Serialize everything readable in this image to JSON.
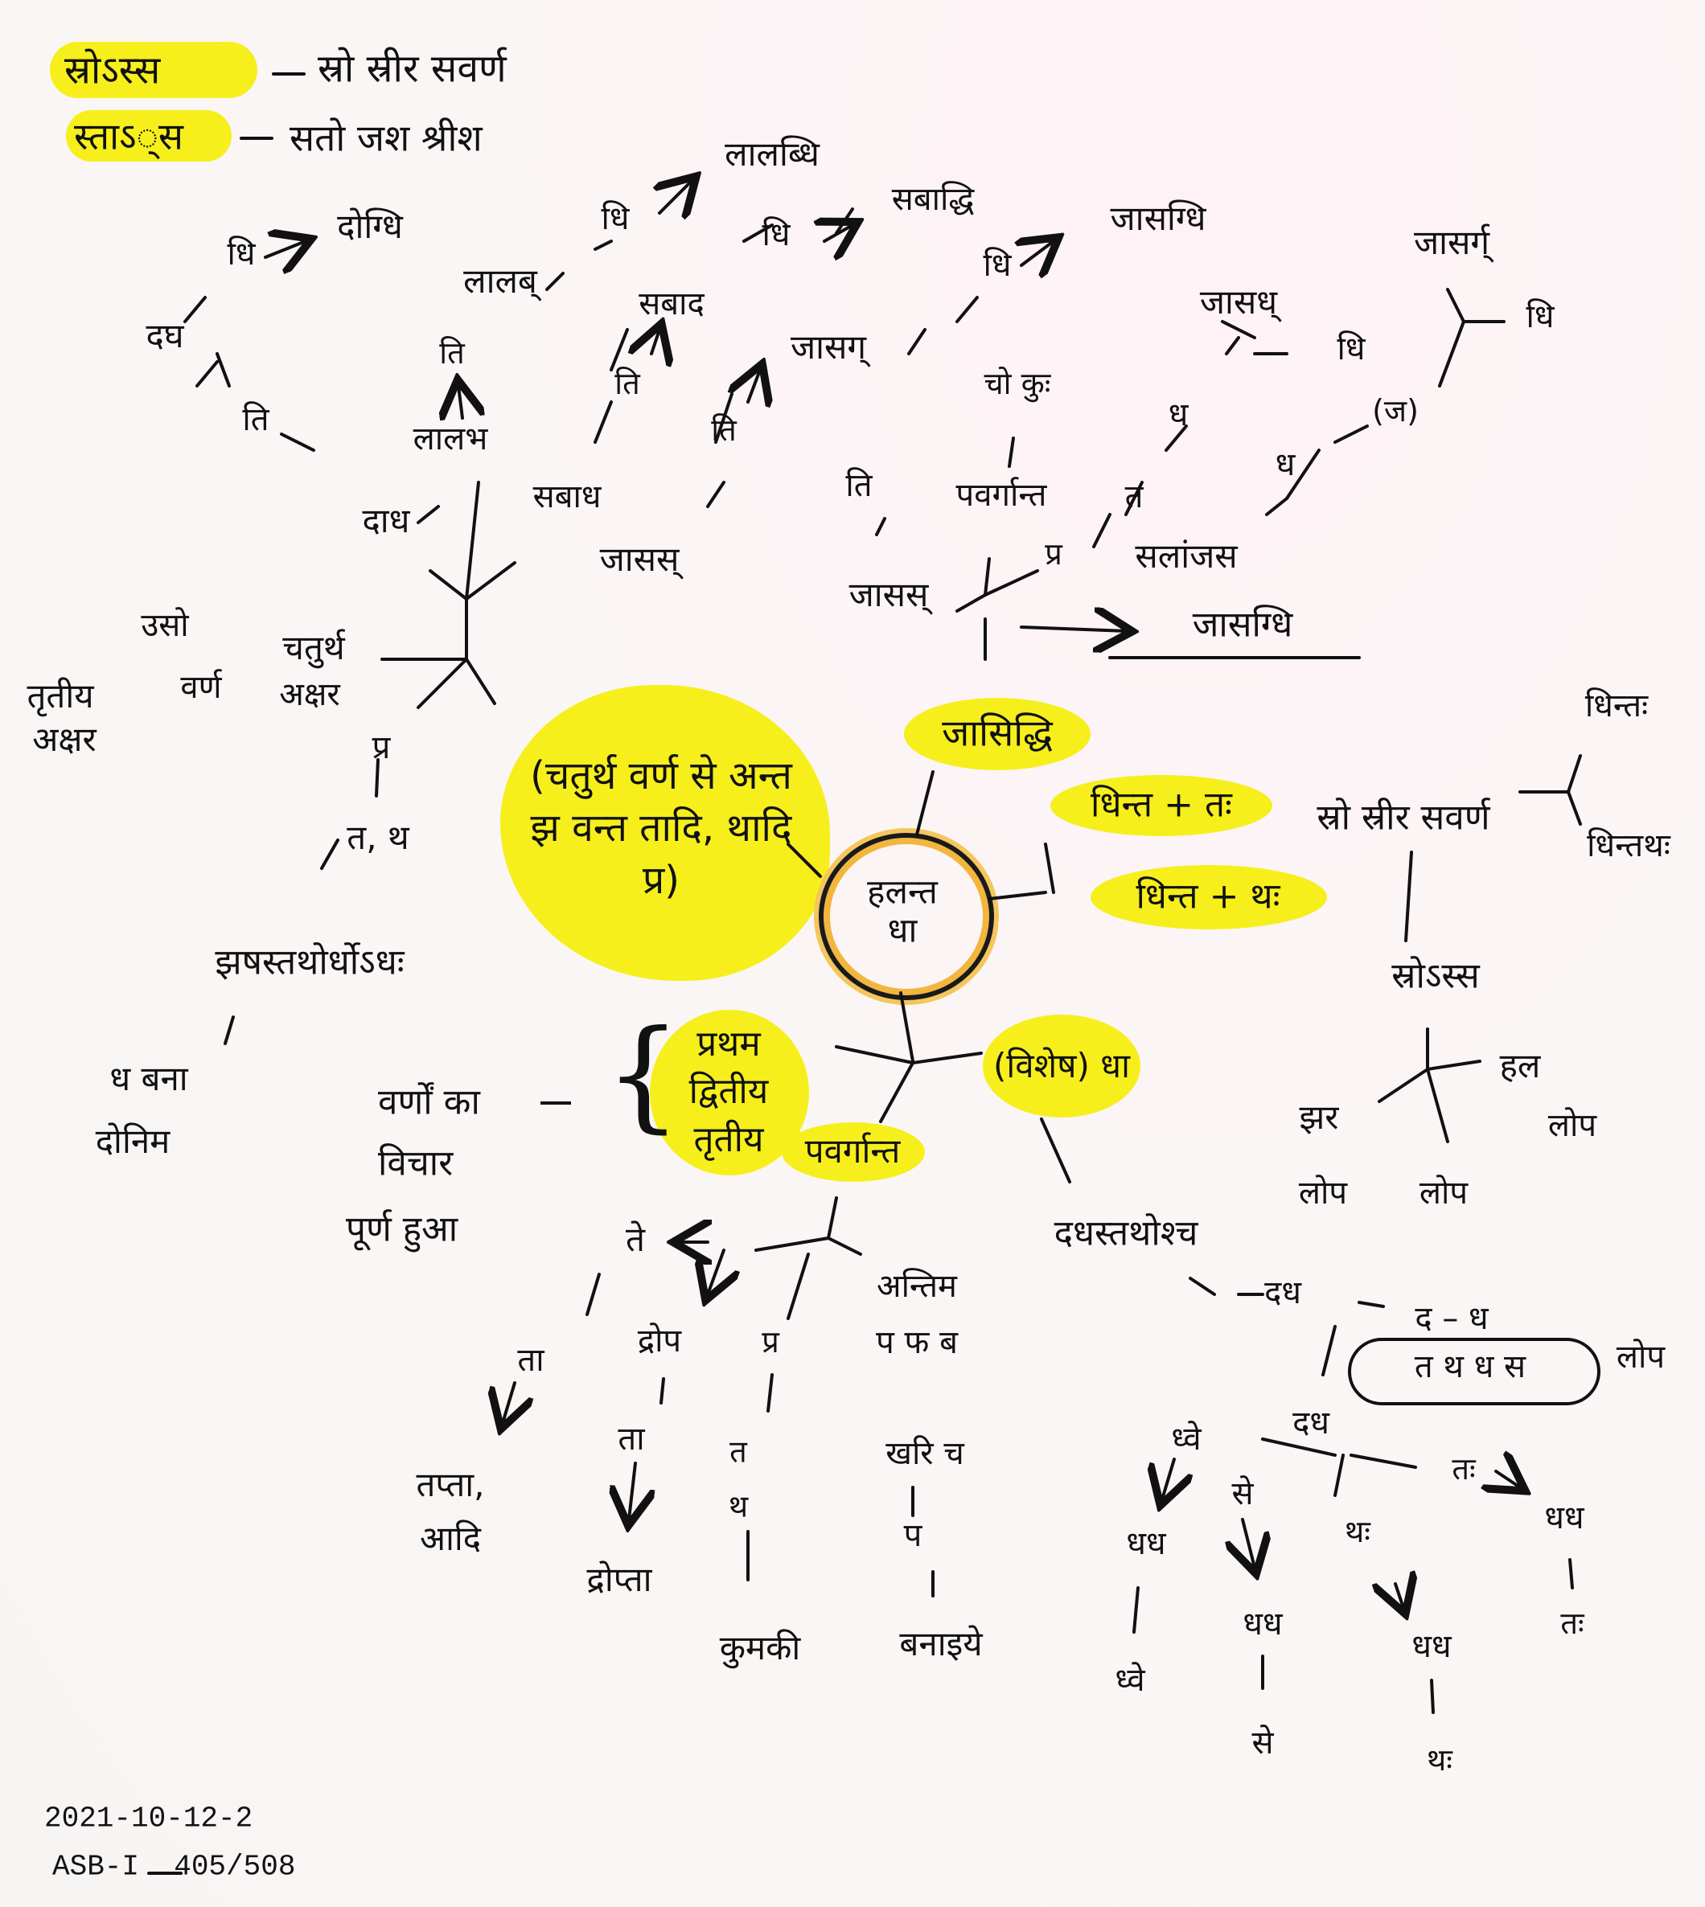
{
  "header": {
    "line1_term": "स्रोऽस्स",
    "line1_rest": "स्रो स्रीर सवर्ण",
    "line2_term": "स्ताऽ्स",
    "line2_rest": "सतो जश श्रीश"
  },
  "center": {
    "text": "हलन्त धा"
  },
  "center_group": {
    "note": "(चतुर्थ वर्ण से अन्त झ वन्त तादि, थादि प्र)",
    "upper_node": "जासिद्धि",
    "right_a": "धिन्त + तः",
    "right_b": "धिन्त + थः",
    "lower_left": "प्रथम द्वितीय तृतीय",
    "lower_mid": "पवर्गान्त",
    "lower_right": "(विशेष) धा"
  },
  "left_branch": {
    "sec_labels": [
      "उसो",
      "चतुर्थ",
      "तृतीय",
      "वर्ण",
      "अक्षर",
      "अक्षर"
    ],
    "pra": "प्र",
    "ta_tha": "त, थ",
    "rule": "झषस्तथोर्धोऽधः",
    "result": "ध बना",
    "result2": "दोनिम"
  },
  "top_left": {
    "daha": "दाध",
    "ta": "ति",
    "da": "दघ",
    "dhi": "धि",
    "dogdhi": "दोग्धि",
    "lalabh": "लालभ",
    "lalabh_ta": "ति",
    "lalabdh": "लालब्",
    "lalabdh_dhi": "धि",
    "lalabdhi": "लालब्धि",
    "sabdh": "सबाध",
    "sabdh_ta": "ति",
    "sabd": "सबाद",
    "sabd_dhi": "धि",
    "sabdhi": "सबाद्धि",
    "jasas": "जासस्",
    "jasas_ta": "ति",
    "jasag": "जासग्",
    "jasag_dhi": "धि",
    "jasagdhi": "जासग्धि"
  },
  "top_right": {
    "jasas": "जासस्",
    "pra": "प्र",
    "ta": "ति",
    "chaku": "चो कुः",
    "pavargant": "पवर्गान्त",
    "salanjas": "सलांजस",
    "arrow_result": "जासग्धि",
    "dha": "ध",
    "ta2": "त",
    "jasadh": "जासध्",
    "dhi": "धि",
    "dha2": "ध",
    "ja": "(ज)",
    "jasarg": "जासर्ग्",
    "dhi2": "धि"
  },
  "right_branch": {
    "root": "स्रो स्रीर सवर्ण",
    "dhinta1": "धिन्तः",
    "dhinta2": "धिन्तथः",
    "rule": "स्रोऽस्स",
    "hal": "हल",
    "lopa": "लोप",
    "jhar": "झर",
    "lopa2": "लोप",
    "lopa3": "लोप"
  },
  "bottom_mid": {
    "te": "ते",
    "ta": "ता",
    "ta_result": "तप्ता, आदि",
    "dop": "द्रोप",
    "dop_ta": "ता",
    "dop_result": "द्रोप्ता",
    "pra": "प्र",
    "ta_tha": "त थ",
    "kumaki": "कुमकी",
    "antim": "अन्तिम",
    "pa_ph_b": "प फ ब",
    "khari_cha": "खरि च",
    "pa": "प",
    "banaiye": "बनाइये"
  },
  "bottom_right": {
    "rule": "दधस्तथोश्च",
    "dadh": "दध",
    "d_dh": "द – ध",
    "circle_set": "त थ ध स",
    "lopa": "लोप",
    "dadh2": "दध",
    "dhve": "ध्वे",
    "se": "से",
    "ta": "तः",
    "tha": "थः",
    "dhadh1": "धध",
    "dhve2": "ध्वे",
    "dhadh2": "धध",
    "se2": "से",
    "dhadh3": "धध",
    "tha2": "थः",
    "dhadh4": "धध",
    "ta2": "तः"
  },
  "footer": {
    "date": "2021-10-12-2",
    "ref": "ASB-I  405/508"
  },
  "colors": {
    "highlight": "#f6ef1c",
    "ink": "#111111",
    "ring": "#f2b63c"
  }
}
